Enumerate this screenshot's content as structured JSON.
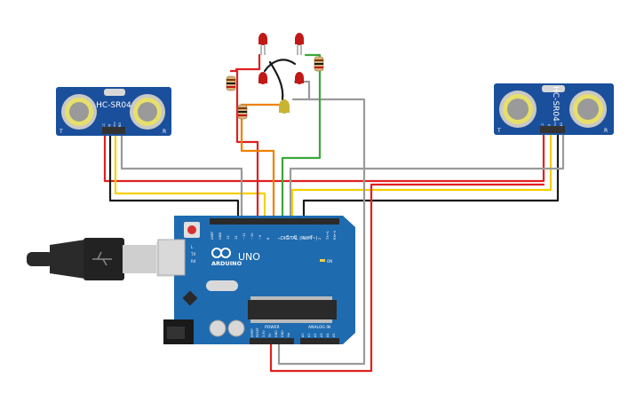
{
  "sensor_left": {
    "model": "HC-SR04",
    "pins": [
      "VCC",
      "Trig",
      "Echo",
      "GND"
    ],
    "corner_left": "T",
    "corner_right": "R"
  },
  "sensor_right": {
    "model": "HC-SR04",
    "pins": [
      "VCC",
      "Trig",
      "Echo",
      "GND"
    ],
    "corner_left": "T",
    "corner_right": "R"
  },
  "board": {
    "brand": "ARDUINO",
    "model": "UNO",
    "digital_header": "DIGITAL (PWM~)",
    "power_header": "POWER",
    "analog_header": "ANALOG IN",
    "on_label": "ON",
    "tx_label": "TX",
    "rx_label": "RX",
    "l_label": "L",
    "digital_pins": [
      "AREF",
      "GND",
      "13",
      "12",
      "~11",
      "~10",
      "~9",
      "8",
      "7",
      "~6",
      "~5",
      "4",
      "~3",
      "2",
      "TX→1",
      "RX←0"
    ],
    "power_pins": [
      "IOREF",
      "RESET",
      "3.3V",
      "5V",
      "GND",
      "GND",
      "Vin"
    ],
    "analog_pins": [
      "A0",
      "A1",
      "A2",
      "A3",
      "A4",
      "A5"
    ]
  },
  "colors": {
    "wire_red": "#e02020",
    "wire_black": "#1a1a1a",
    "wire_yellow": "#f5d000",
    "wire_gray": "#9a9a9a",
    "wire_orange": "#f08000",
    "wire_green": "#3aa83a",
    "board_blue": "#1f6bb0",
    "sensor_blue": "#1a4f9c",
    "led_red": "#c21818",
    "led_yellow": "#c8b432"
  }
}
